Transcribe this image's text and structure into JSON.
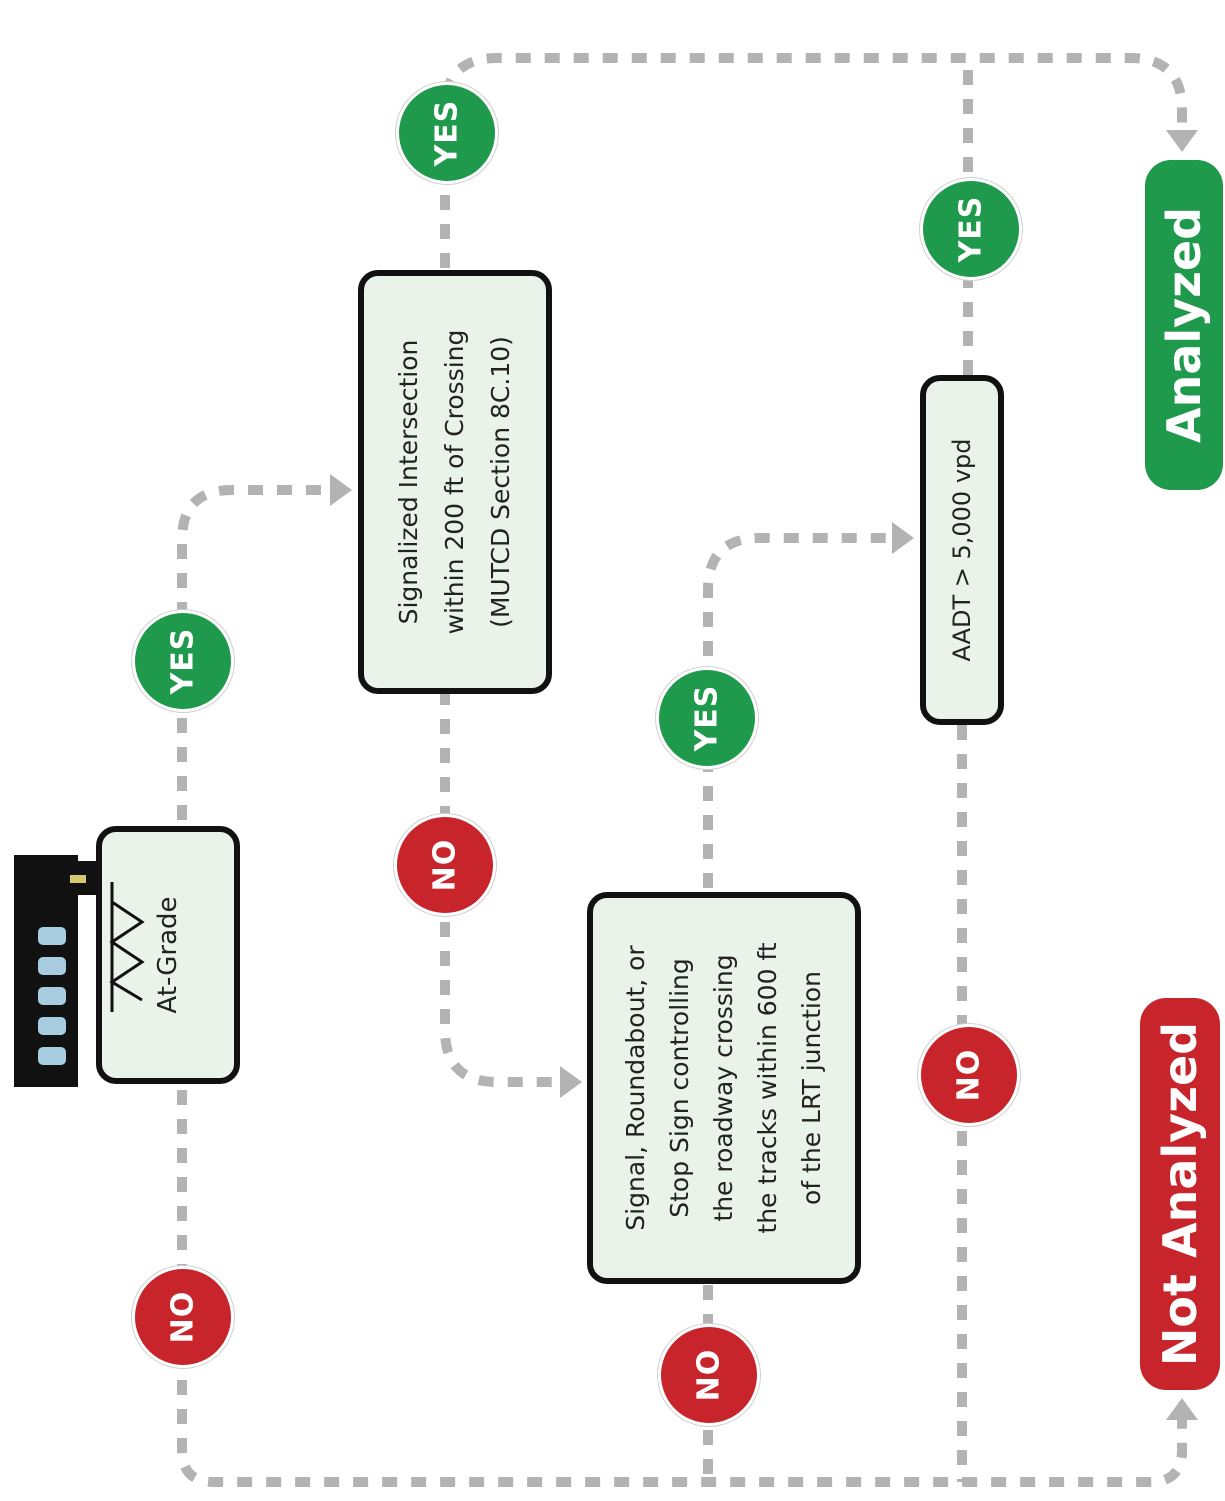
{
  "colors": {
    "yes": "#1f9a4c",
    "no": "#c8242b",
    "connector": "#b3b3b3",
    "box_fill": "#eaf3ea",
    "box_border": "#111111"
  },
  "icons": {
    "train": "light-rail-train-icon"
  },
  "nodes": {
    "start": "At-Grade",
    "signalized": "Signalized Intersection\nwithin 200 ft of Crossing\n(MUTCD Section 8C.10)",
    "control": "Signal, Roundabout, or\nStop Sign controlling\nthe roadway crossing\nthe tracks within 600 ft\nof the LRT junction",
    "aadt": "AADT > 5,000 vpd"
  },
  "badges": {
    "yes": "YES",
    "no": "NO"
  },
  "outcomes": {
    "analyzed": "Analyzed",
    "not_analyzed": "Not Analyzed"
  }
}
